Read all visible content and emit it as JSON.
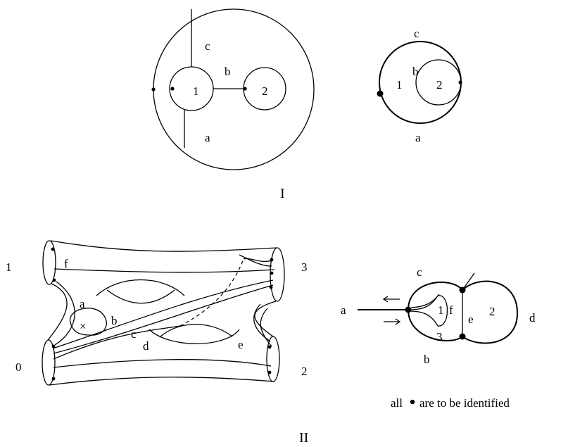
{
  "fig1": {
    "left": {
      "c": "c",
      "b": "b",
      "a": "a",
      "n1": "1",
      "n2": "2"
    },
    "right": {
      "c": "c",
      "b": "b",
      "a": "a",
      "n1": "1",
      "n2": "2"
    },
    "caption": "I"
  },
  "fig2": {
    "left": {
      "b1": "1",
      "b3": "3",
      "b0": "0",
      "b2": "2",
      "f": "f",
      "a": "a",
      "b": "b",
      "c": "c",
      "d": "d",
      "e": "e",
      "cross": "×"
    },
    "right": {
      "a": "a",
      "c": "c",
      "n1": "1",
      "f": "f",
      "e": "e",
      "n2": "2",
      "d": "d",
      "n3": "3",
      "b": "b"
    },
    "note_prefix": "all",
    "note_suffix": "are to be identified",
    "caption": "II"
  }
}
